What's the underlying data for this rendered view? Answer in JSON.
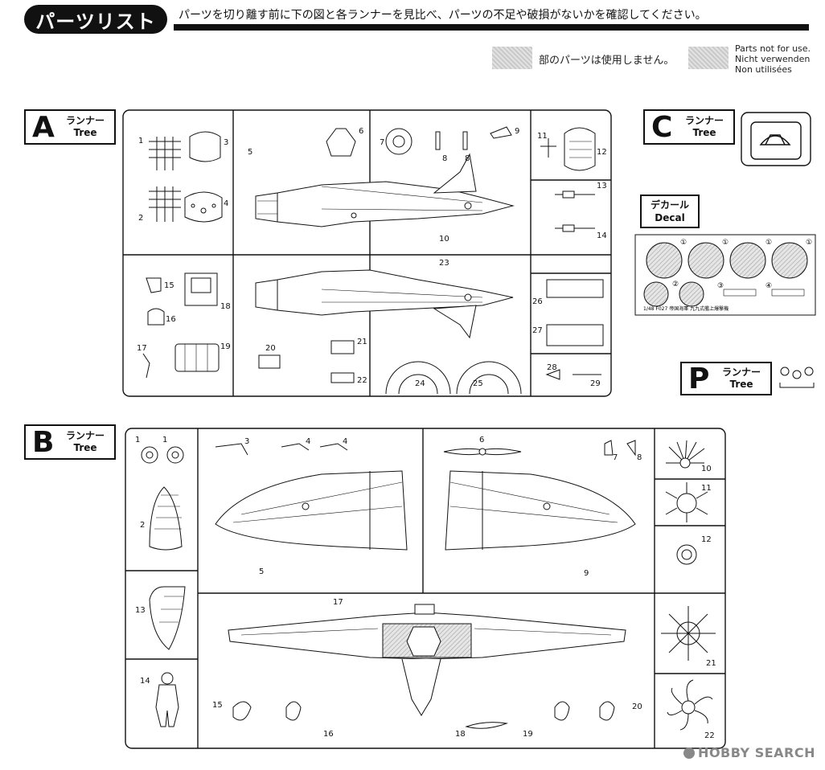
{
  "header": {
    "title": "パーツリスト",
    "instruction": "パーツを切り離す前に下の図と各ランナーを見比べ、パーツの不足や破損がないかを確認してください。"
  },
  "legend": {
    "jp": "部のパーツは使用しません。",
    "en": "Parts not for use.",
    "de": "Nicht verwenden",
    "fr": "Non utilisées"
  },
  "trees": {
    "A": {
      "letter": "A",
      "jp": "ランナー",
      "en": "Tree"
    },
    "B": {
      "letter": "B",
      "jp": "ランナー",
      "en": "Tree"
    },
    "C": {
      "letter": "C",
      "jp": "ランナー",
      "en": "Tree"
    },
    "P": {
      "letter": "P",
      "jp": "ランナー",
      "en": "Tree"
    }
  },
  "decal": {
    "jp": "デカール",
    "en": "Decal",
    "caption": "1/48 F027 帝国海軍 九九式艦上爆撃機",
    "marks": [
      "①",
      "①",
      "①",
      "①",
      "②",
      "③",
      "④"
    ]
  },
  "partsA": [
    "1",
    "2",
    "3",
    "4",
    "5",
    "6",
    "7",
    "8",
    "8",
    "9",
    "10",
    "11",
    "12",
    "13",
    "14",
    "15",
    "16",
    "17",
    "18",
    "19",
    "20",
    "21",
    "22",
    "23",
    "24",
    "25",
    "26",
    "27",
    "28",
    "29"
  ],
  "partsB": [
    "1",
    "1",
    "2",
    "3",
    "4",
    "4",
    "5",
    "6",
    "7",
    "8",
    "9",
    "10",
    "11",
    "12",
    "13",
    "14",
    "15",
    "16",
    "17",
    "18",
    "19",
    "20",
    "21",
    "22"
  ],
  "watermark": {
    "brand": "HOBBY SEARCH"
  },
  "colors": {
    "ink": "#111111",
    "hatch": "#c9c9c9",
    "watermark": "#888888"
  }
}
